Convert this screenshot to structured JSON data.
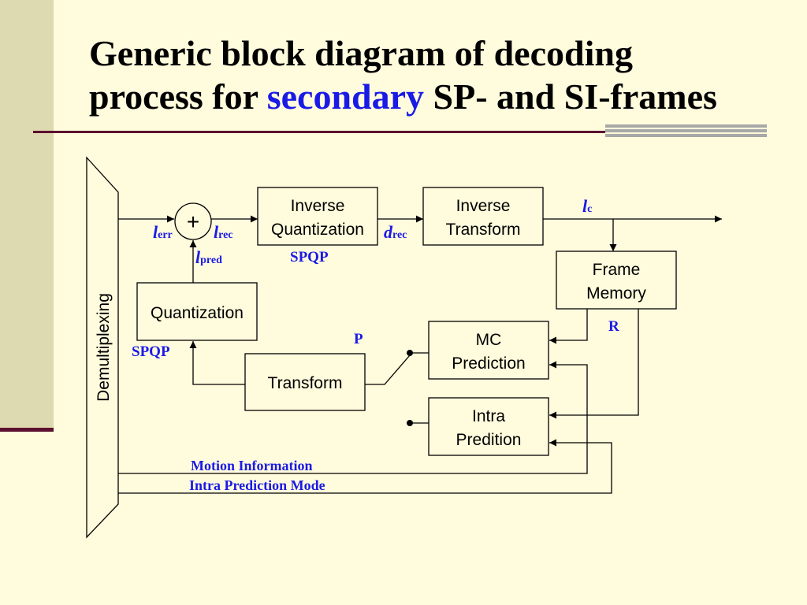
{
  "title": {
    "line1": "Generic block diagram of decoding",
    "line2_prefix": "process for ",
    "line2_highlight": "secondary",
    "line2_suffix": " SP- and SI-frames"
  },
  "colors": {
    "background": "#FFFBDD",
    "sidebar": "#DDD9B0",
    "rule": "#5C1030",
    "accent_bars": "#A8A8A8",
    "label_blue": "#1A1AE6"
  },
  "diagram": {
    "demux_label": "Demultiplexing",
    "adder_symbol": "+",
    "blocks": {
      "inverse_quantization": [
        "Inverse",
        "Quantization"
      ],
      "inverse_transform": [
        "Inverse",
        "Transform"
      ],
      "frame_memory": [
        "Frame",
        "Memory"
      ],
      "quantization": [
        "Quantization"
      ],
      "mc_prediction": [
        "MC",
        "Prediction"
      ],
      "transform": [
        "Transform"
      ],
      "intra_prediction": [
        "Intra",
        "Predition"
      ]
    },
    "labels": {
      "l_err": {
        "main": "l",
        "sub": "err"
      },
      "l_rec": {
        "main": "l",
        "sub": "rec"
      },
      "l_pred": {
        "main": "l",
        "sub": "pred"
      },
      "d_rec": {
        "main": "d",
        "sub": "rec"
      },
      "l_c": {
        "main": "l",
        "sub": "c"
      },
      "spqp_top": "SPQP",
      "spqp_left": "SPQP",
      "p": "P",
      "r": "R",
      "motion_info": "Motion Information",
      "intra_mode": "Intra Prediction Mode"
    }
  }
}
